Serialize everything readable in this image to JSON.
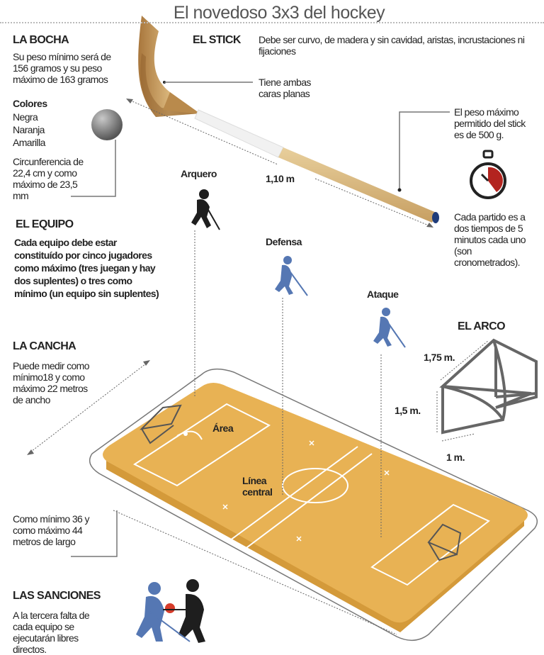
{
  "title": "El novedoso 3x3 del hockey",
  "bocha": {
    "heading": "LA BOCHA",
    "weight": "Su peso mínimo será de 156 gramos y su peso máximo de 163 gramos",
    "colors_heading": "Colores",
    "colors": [
      "Negra",
      "Naranja",
      "Amarilla"
    ],
    "circumference": "Circunferencia de 22,4 cm y como máximo de 23,5 mm"
  },
  "stick": {
    "heading": "EL STICK",
    "description": "Debe ser curvo, de madera y sin cavidad, aristas, incrustaciones ni fijaciones",
    "faces": "Tiene ambas caras planas",
    "length": "1,10 m",
    "weight": "El peso máximo permitido del stick es de 500 g."
  },
  "match": {
    "duration": "Cada partido es a dos tiempos de 5 minutos cada uno (son cronometrados)."
  },
  "team": {
    "heading": "EL EQUIPO",
    "description": "Cada equipo debe estar constituído por cinco jugadores como máximo (tres juegan y hay dos suplentes) o tres como mínimo (un equipo sin suplentes)"
  },
  "players": {
    "goalkeeper": "Arquero",
    "defense": "Defensa",
    "attack": "Ataque"
  },
  "field": {
    "heading": "LA CANCHA",
    "width": "Puede medir como mínimo18 y como máximo 22 metros de ancho",
    "length": "Como mínimo 36 y como máximo 44 metros de largo",
    "area_label": "Área",
    "center_label": "Línea central"
  },
  "goal": {
    "heading": "EL ARCO",
    "depth": "1,75 m.",
    "height": "1,5 m.",
    "width": "1 m."
  },
  "sanctions": {
    "heading": "LAS SANCIONES",
    "description": "A la tercera falta de cada equipo se ejecutarán libres directos."
  },
  "colors": {
    "floor": "#e8b254",
    "floor_side": "#d49a3a",
    "player_blue": "#5577b3",
    "player_black": "#1e1e1e",
    "wood": "#c69a5c"
  }
}
